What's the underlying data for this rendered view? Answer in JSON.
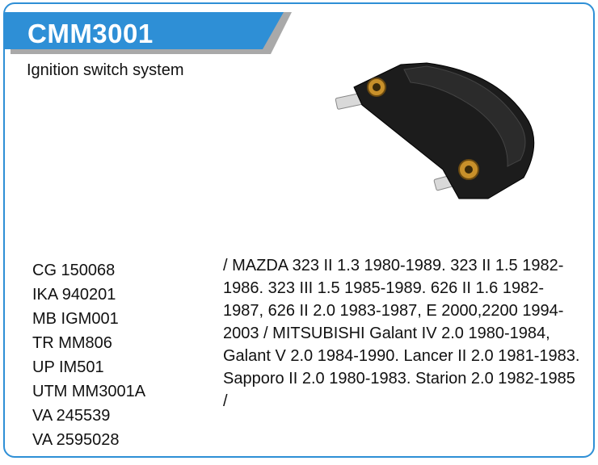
{
  "product": {
    "code": "CMM3001",
    "description": "Ignition switch system",
    "image_icon": "ignition-module-image"
  },
  "cross_references": [
    "CG 150068",
    "IKA 940201",
    "MB IGM001",
    "TR MM806",
    "UP IM501",
    "UTM MM3001A",
    "VA 245539",
    "VA 2595028"
  ],
  "applications": "/ MAZDA 323 II 1.3 1980-1989. 323 II 1.5 1982-1986. 323 III 1.5 1985-1989. 626 II 1.6 1982-1987, 626 II 2.0 1983-1987, E 2000,2200 1994-2003 / MITSUBISHI Galant IV 2.0 1980-1984, Galant V 2.0 1984-1990. Lancer II 2.0 1981-1983. Sapporo II 2.0 1980-1983. Starion 2.0 1982-1985 /",
  "colors": {
    "accent": "#2e8fd6",
    "banner_shadow": "#a9a9a9"
  }
}
